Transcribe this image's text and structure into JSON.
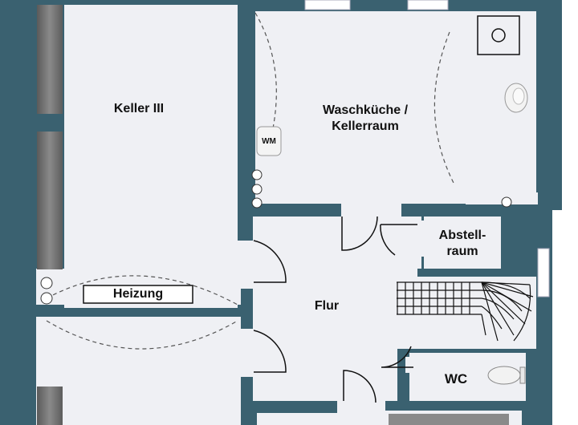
{
  "rooms": {
    "keller3": "Keller III",
    "waschkueche_line1": "Waschküche /",
    "waschkueche_line2": "Kellerraum",
    "abstellraum_line1": "Abstell-",
    "abstellraum_line2": "raum",
    "flur": "Flur",
    "wc": "WC",
    "heizung": "Heizung"
  },
  "fixtures": {
    "washer": "WM"
  },
  "colors": {
    "wall": "#3a6170",
    "floor": "#eff0f4",
    "door_line": "#111111",
    "swing_dash": "#555555"
  }
}
